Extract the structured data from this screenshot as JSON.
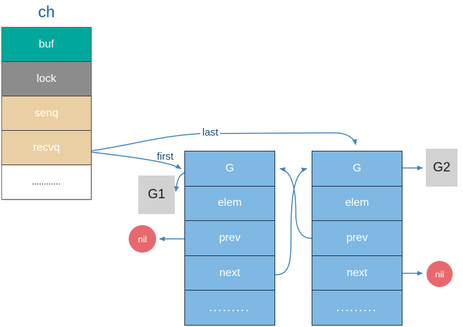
{
  "colors": {
    "background": "#FFFFFF",
    "arrow": "#4384BC",
    "label_blue": "#1F4E79",
    "title_blue": "#1D5C9E",
    "teal": "#00A79B",
    "gray": "#8C8C8C",
    "tan": "#EACFA4",
    "white_row": "#FFFFFF",
    "node_fill": "#7FB8E2",
    "node_border": "#1F3247",
    "gbox_fill": "#D2D2D2",
    "nil_fill": "#E8696D"
  },
  "ch_struct": {
    "title": "ch",
    "rows": [
      {
        "label": "buf",
        "color": "#00A79B"
      },
      {
        "label": "lock",
        "color": "#8C8C8C"
      },
      {
        "label": "senq",
        "color": "#EACFA4"
      },
      {
        "label": "recvq",
        "color": "#EACFA4"
      },
      {
        "label": "............",
        "color": "#FFFFFF"
      }
    ]
  },
  "pointer_labels": {
    "last": "last",
    "first": "first"
  },
  "nodes": [
    {
      "rows": [
        "G",
        "elem",
        "prev",
        "next",
        "........."
      ]
    },
    {
      "rows": [
        "G",
        "elem",
        "prev",
        "next",
        "........."
      ]
    }
  ],
  "gboxes": {
    "g1": "G1",
    "g2": "G2"
  },
  "nils": {
    "left": "nil",
    "right": "nil"
  }
}
